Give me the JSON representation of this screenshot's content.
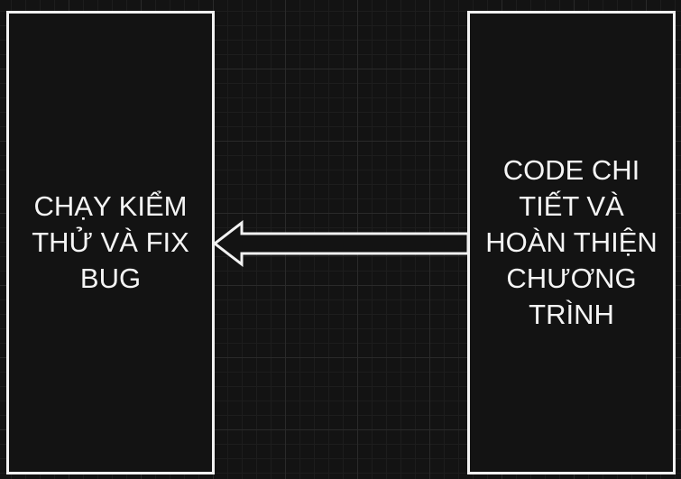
{
  "diagram": {
    "nodes": [
      {
        "id": "left",
        "label": "CHẠY KIỂM\nTHỬ VÀ FIX\nBUG"
      },
      {
        "id": "right",
        "label": "CODE CHI\nTIẾT VÀ\nHOÀN THIỆN\nCHƯƠNG\nTRÌNH"
      }
    ],
    "edges": [
      {
        "from": "right",
        "to": "left",
        "style": "hollow-block-arrow"
      }
    ],
    "colors": {
      "background": "#131313",
      "stroke": "#f2f2f2",
      "text": "#f5f5f5"
    }
  }
}
